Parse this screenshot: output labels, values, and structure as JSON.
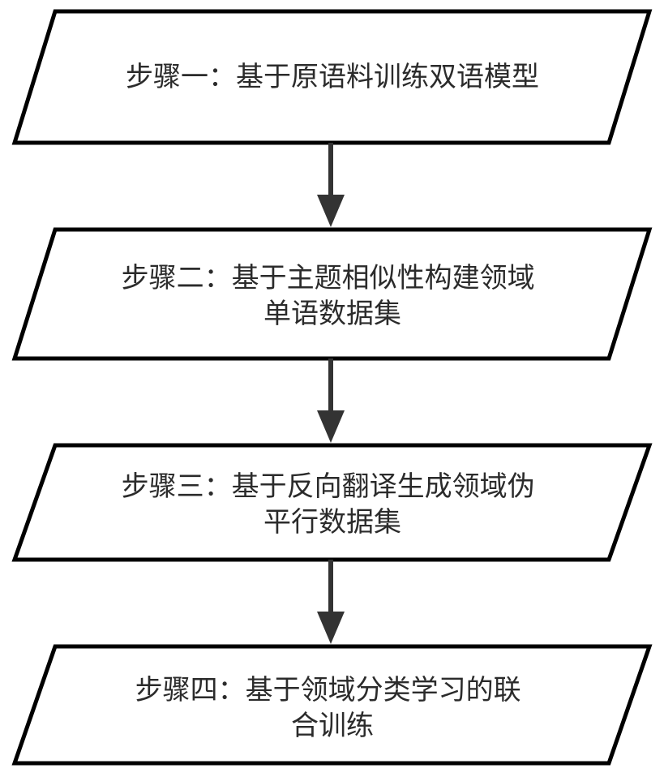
{
  "diagram": {
    "steps": [
      {
        "lines": [
          "步骤一：基于原语料训练双语模型"
        ]
      },
      {
        "lines": [
          "步骤二：基于主题相似性构建领域",
          "单语数据集"
        ]
      },
      {
        "lines": [
          "步骤三：基于反向翻译生成领域伪",
          "平行数据集"
        ]
      },
      {
        "lines": [
          "步骤四：基于领域分类学习的联",
          "合训练"
        ]
      }
    ],
    "colors": {
      "box_stroke": "#000000",
      "box_fill": "#ffffff",
      "arrow": "#333333",
      "text": "#2b2b2b"
    }
  }
}
